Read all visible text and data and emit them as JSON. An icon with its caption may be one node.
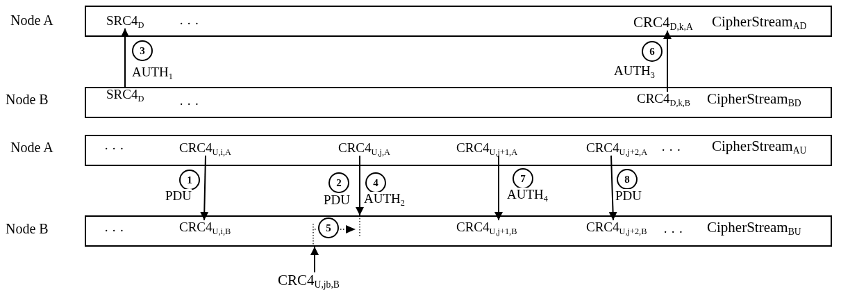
{
  "diagram": {
    "nodes": [
      {
        "text": [
          "Node A",
          "· · ·",
          "CipherStream$_{AD}$"
        ]
      },
      {
        "text": [
          "SRC4$_{D}$"
        ],
        "in": 0
      },
      {
        "text": [
          "CRC4$_{D,k,A}$"
        ],
        "in": 0
      },
      {
        "text": [
          "Node B",
          "· · ·",
          "CipherStream$_{BD}$"
        ]
      },
      {
        "text": [
          "SRC4$_{D}$"
        ],
        "in": 3
      },
      {
        "text": [
          "CRC4$_{D,k,B}$"
        ],
        "in": 3
      },
      {
        "text": [
          "3"
        ]
      },
      {
        "text": [
          "6"
        ]
      },
      {
        "text": [
          "Node A",
          "· · ·",
          "· · ·",
          "CipherStream$_{AU}$"
        ]
      },
      {
        "text": [
          "CRC4$_{U,i,A}$"
        ],
        "in": 8
      },
      {
        "text": [
          "CRC4$_{U,j,A}$"
        ],
        "in": 8
      },
      {
        "text": [
          "CRC4$_{U,j+1,A}$"
        ],
        "in": 8
      },
      {
        "text": [
          "CRC4$_{U,j+2,A}$"
        ],
        "in": 8
      },
      {
        "text": [
          "Node B",
          "· · ·",
          "· · ·",
          "CipherStream$_{BU}$"
        ]
      },
      {
        "text": [
          "CRC4$_{U,i,B}$"
        ],
        "in": 13
      },
      {
        "text": [
          "CRC4$_{U,j+1,B}$"
        ],
        "in": 13
      },
      {
        "text": [
          "CRC4$_{U,j+2,B}$"
        ],
        "in": 13
      },
      {
        "text": [
          "5"
        ],
        "in": 13
      },
      {
        "text": [
          "1"
        ]
      },
      {
        "text": [
          "2"
        ]
      },
      {
        "text": [
          "4"
        ]
      },
      {
        "text": [
          "7"
        ]
      },
      {
        "text": [
          "8"
        ]
      },
      {
        "text": [
          "CRC4$_{U,jb,B}$"
        ]
      }
    ],
    "edges": [
      {
        "from": 4,
        "to": 1,
        "arrow": "to",
        "label": "AUTH$_{1}$"
      },
      {
        "from": 5,
        "to": 2,
        "arrow": "to",
        "label": "AUTH$_{3}$"
      },
      {
        "from": 9,
        "to": 14,
        "arrow": "to",
        "label": "PDU"
      },
      {
        "from": 10,
        "to": 13,
        "arrow": "to",
        "label": "PDU"
      },
      {
        "from": 11,
        "to": 15,
        "arrow": "to",
        "label": "AUTH$_{4}$"
      },
      {
        "from": 12,
        "to": 16,
        "arrow": "to",
        "label": "PDU"
      },
      {
        "from": 23,
        "to": 13,
        "arrow": "to"
      }
    ],
    "labels": [
      "AUTH$_{2}$"
    ]
  }
}
